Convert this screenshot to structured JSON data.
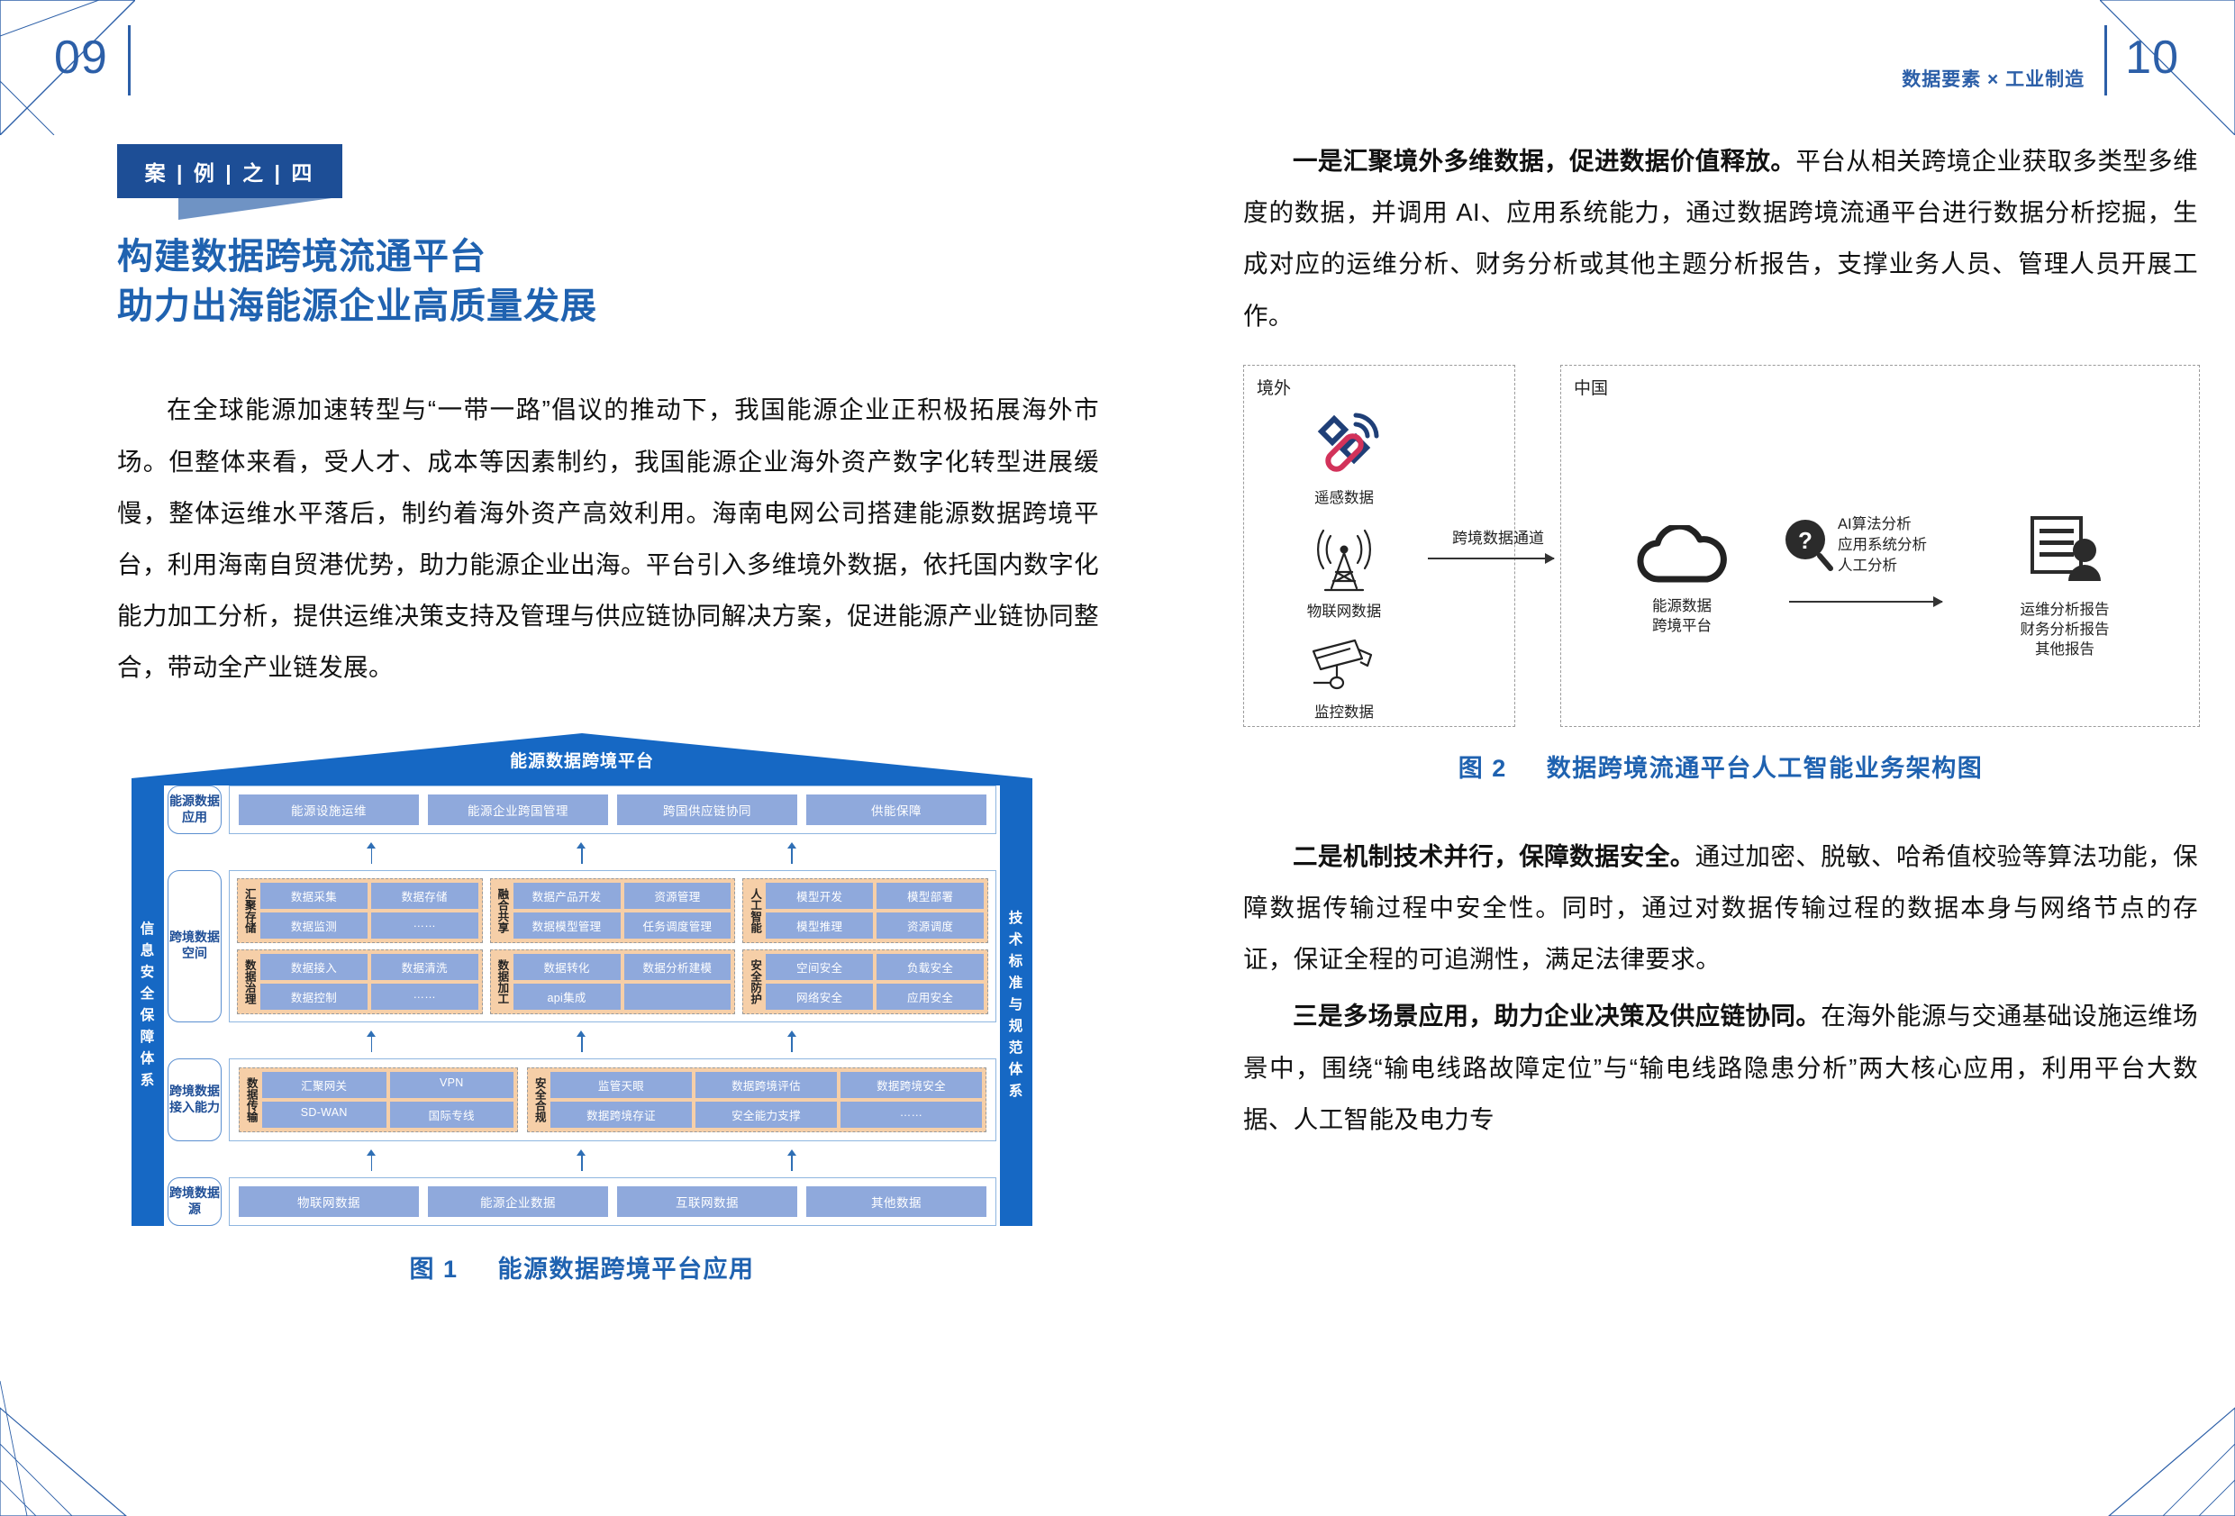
{
  "header": {
    "page_left": "09",
    "page_right": "10",
    "running_title": "数据要素 × 工业制造"
  },
  "left_column": {
    "case_badge": "案 | 例 | 之 | 四",
    "title_line1": "构建数据跨境流通平台",
    "title_line2": "助力出海能源企业高质量发展",
    "intro_paragraph": "在全球能源加速转型与“一带一路”倡议的推动下，我国能源企业正积极拓展海外市场。但整体来看，受人才、成本等因素制约，我国能源企业海外资产数字化转型进展缓慢，整体运维水平落后，制约着海外资产高效利用。海南电网公司搭建能源数据跨境平台，利用海南自贸港优势，助力能源企业出海。平台引入多维境外数据，依托国内数字化能力加工分析，提供运维决策支持及管理与供应链协同解决方案，促进能源产业链协同整合，带动全产业链发展。",
    "figure1_caption_no": "图 1",
    "figure1_caption_text": "能源数据跨境平台应用"
  },
  "figure1": {
    "roof_title": "能源数据跨境平台",
    "left_sidebar": "信息安全保障体系",
    "right_sidebar": "技术标准与规范体系",
    "rows": [
      {
        "label": "能源数据应用",
        "chips": [
          "能源设施运维",
          "能源企业跨国管理",
          "跨国供应链协同",
          "供能保障"
        ]
      }
    ],
    "middle_label": "跨境数据空间",
    "clusters_row1": [
      {
        "title": "汇聚存储",
        "cells": [
          "数据采集",
          "数据存储",
          "数据监测",
          "……"
        ]
      },
      {
        "title": "融合共享",
        "cells": [
          "数据产品开发",
          "资源管理",
          "数据模型管理",
          "任务调度管理"
        ]
      },
      {
        "title": "人工智能",
        "cells": [
          "模型开发",
          "模型部署",
          "模型推理",
          "资源调度"
        ]
      }
    ],
    "clusters_row2": [
      {
        "title": "数据治理",
        "cells": [
          "数据接入",
          "数据清洗",
          "数据控制",
          "……"
        ]
      },
      {
        "title": "数据加工",
        "cells": [
          "数据转化",
          "数据分析建模",
          "api集成",
          ""
        ]
      },
      {
        "title": "安全防护",
        "cells": [
          "空间安全",
          "负载安全",
          "网络安全",
          "应用安全"
        ]
      }
    ],
    "access_label": "跨境数据接入能力",
    "access_clusters": [
      {
        "title": "数据传输",
        "cells": [
          "汇聚网关",
          "VPN",
          "SD-WAN",
          "国际专线"
        ]
      },
      {
        "title": "安全合规",
        "cells": [
          "监管天眼",
          "数据跨境评估",
          "数据跨境安全",
          "数据跨境存证",
          "安全能力支撑",
          "……"
        ]
      }
    ],
    "source_label": "跨境数据源",
    "source_chips": [
      "物联网数据",
      "能源企业数据",
      "互联网数据",
      "其他数据"
    ]
  },
  "right_column": {
    "para1_bold": "一是汇聚境外多维数据，促进数据价值释放。",
    "para1_rest": "平台从相关跨境企业获取多类型多维度的数据，并调用 AI、应用系统能力，通过数据跨境流通平台进行数据分析挖掘，生成对应的运维分析、财务分析或其他主题分析报告，支撑业务人员、管理人员开展工作。",
    "figure2_caption_no": "图 2",
    "figure2_caption_text": "数据跨境流通平台人工智能业务架构图",
    "para2_bold": "二是机制技术并行，保障数据安全。",
    "para2_rest": "通过加密、脱敏、哈希值校验等算法功能，保障数据传输过程中安全性。同时，通过对数据传输过程的数据本身与网络节点的存证，保证全程的可追溯性，满足法律要求。",
    "para3_bold": "三是多场景应用，助力企业决策及供应链协同。",
    "para3_rest": "在海外能源与交通基础设施运维场景中，围绕“输电线路故障定位”与“输电线路隐患分析”两大核心应用，利用平台大数据、人工智能及电力专"
  },
  "figure2": {
    "zone_overseas": "境外",
    "zone_china": "中国",
    "channel_label": "跨境数据通道",
    "sources": [
      {
        "icon": "satellite-icon",
        "label": "遥感数据"
      },
      {
        "icon": "antenna-tower-icon",
        "label": "物联网数据"
      },
      {
        "icon": "surveillance-camera-icon",
        "label": "监控数据"
      }
    ],
    "platform": {
      "icon": "cloud-icon",
      "label_line1": "能源数据",
      "label_line2": "跨境平台"
    },
    "analysis": {
      "icon": "magnifier-question-icon",
      "line1": "AI算法分析",
      "line2": "应用系统分析",
      "line3": "人工分析"
    },
    "output": {
      "icon": "report-person-icon",
      "line1": "运维分析报告",
      "line2": "财务分析报告",
      "line3": "其他报告"
    }
  },
  "colors": {
    "brand_blue": "#1f62b0",
    "deep_blue": "#1d4e96",
    "chip_blue": "#8fa9dc",
    "cluster_orange": "#f6cfa8"
  }
}
